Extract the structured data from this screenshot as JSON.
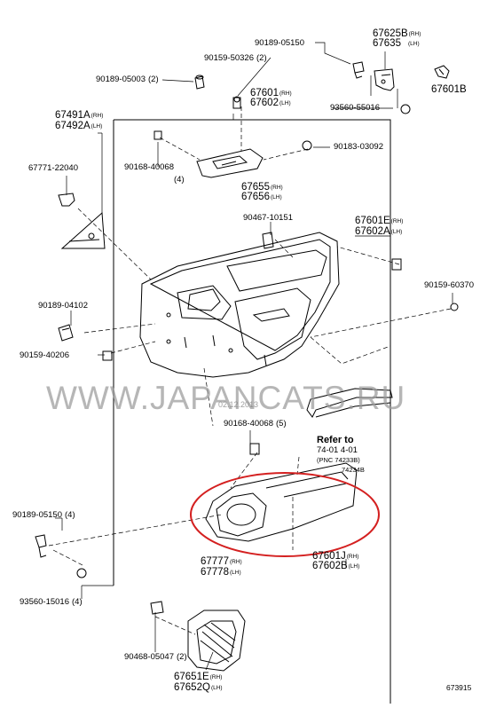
{
  "labels": {
    "p90189_05150_top": "90189-05150",
    "p67625b": "67625B",
    "p67625b_side": "(RH)",
    "p67635": "67635",
    "p67635_side": "(LH)",
    "p90159_50326": "90159-50326",
    "p90159_50326_qty": "(2)",
    "p90189_05003": "90189-05003",
    "p90189_05003_qty": "(2)",
    "p67601_top": "67601",
    "p67601_top_side": "(RH)",
    "p67602_top": "67602",
    "p67602_top_side": "(LH)",
    "p67601b": "67601B",
    "p93560_55016": "93560-55016",
    "p67491a": "67491A",
    "p67491a_side": "(RH)",
    "p67492a": "67492A",
    "p67492a_side": "(LH)",
    "p90183_03092": "90183-03092",
    "p90168_40068_top": "90168-40068",
    "p90168_40068_top_qty": "(4)",
    "p67771_22040": "67771-22040",
    "p67655": "67655",
    "p67655_side": "(RH)",
    "p67656": "67656",
    "p67656_side": "(LH)",
    "p90467_10151": "90467-10151",
    "p67601e": "67601E",
    "p67601e_side": "(RH)",
    "p67602a": "67602A",
    "p67602a_side": "(LH)",
    "p90159_60370": "90159-60370",
    "p90189_04102": "90189-04102",
    "p90159_40206": "90159-40206",
    "p90168_40068_mid": "90168-40068",
    "p90168_40068_mid_qty": "(5)",
    "p90189_05150_bot": "90189-05150",
    "p90189_05150_bot_qty": "(4)",
    "p67777": "67777",
    "p67777_side": "(RH)",
    "p67778": "67778",
    "p67778_side": "(LH)",
    "p67601j": "67601J",
    "p67601j_side": "(RH)",
    "p67602b": "67602B",
    "p67602b_side": "(LH)",
    "p93560_15016": "93560-15016",
    "p93560_15016_qty": "(4)",
    "p90468_05047": "90468-05047",
    "p90468_05047_qty": "(2)",
    "p67651e": "67651E",
    "p67651e_side": "(RH)",
    "p67652q": "67652Q",
    "p67652q_side": "(LH)"
  },
  "refer": {
    "line0": "Refer to",
    "line1": "74-01   4-01",
    "line2": "(PNC 74233B)",
    "line3": "74234B"
  },
  "watermark": {
    "text": "WWW.JAPANCATS.RU",
    "date": "02.12.2013"
  },
  "diagram_code": "673915",
  "colors": {
    "line": "#000000",
    "highlight": "#d42020",
    "watermark": "#9a9a9a"
  }
}
